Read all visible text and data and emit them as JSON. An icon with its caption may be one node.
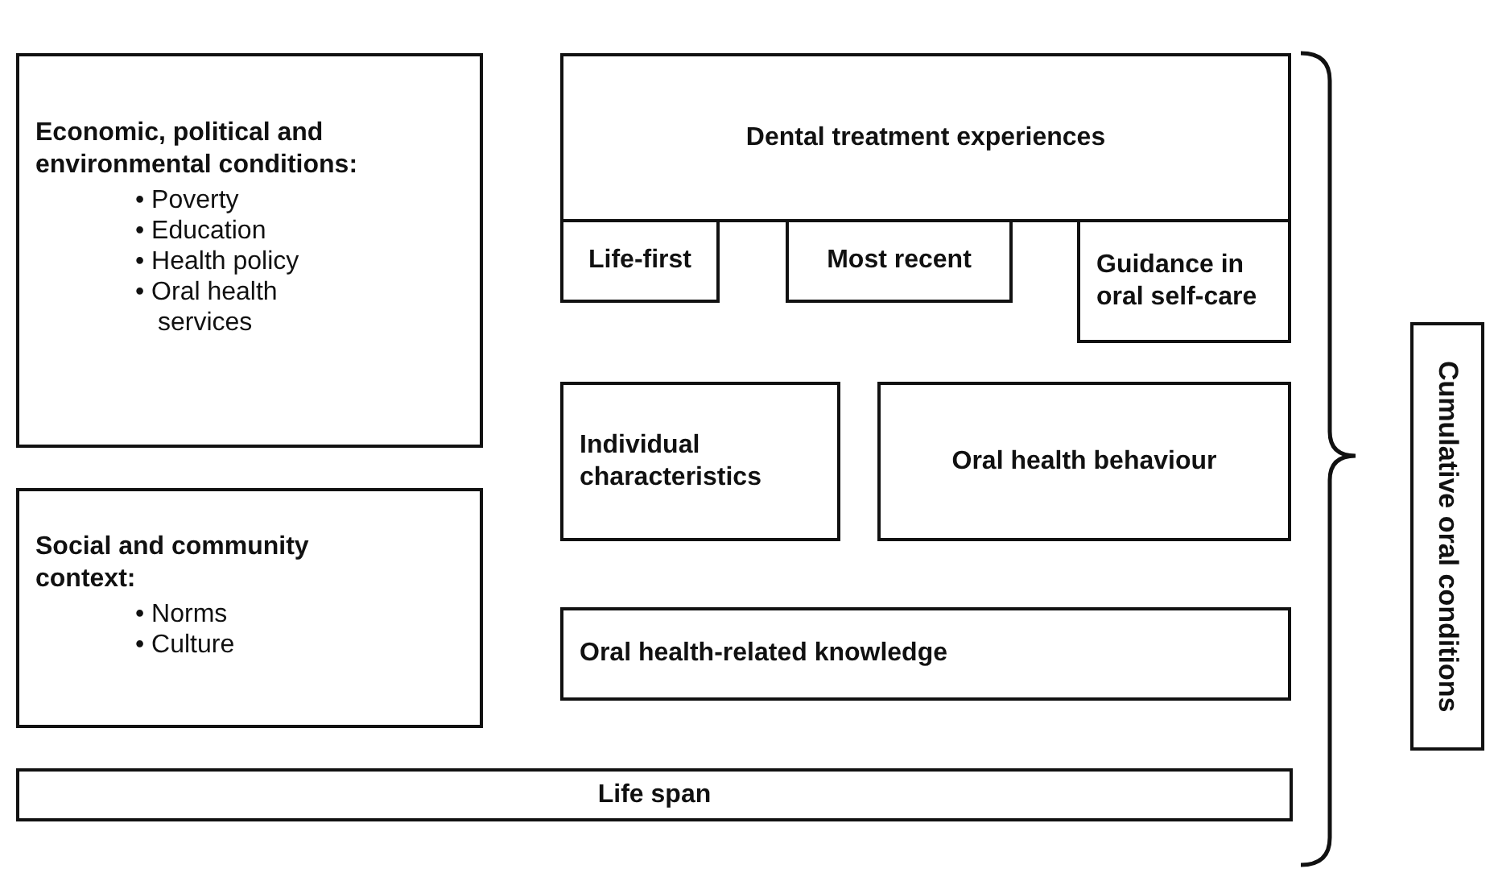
{
  "diagram": {
    "nodes": [
      {
        "text": [
          "Economic, political and environmental conditions:",
          "• Poverty",
          "• Education",
          "• Health policy",
          "• Oral health services"
        ]
      },
      {
        "text": [
          "Social and community context:",
          "• Norms",
          "• Culture"
        ]
      },
      {
        "text": [
          "Dental treatment experiences"
        ]
      },
      {
        "text": [
          "Life-first"
        ]
      },
      {
        "text": [
          "Most recent"
        ]
      },
      {
        "text": [
          "Guidance in oral self-care"
        ]
      },
      {
        "text": [
          "Individual characteristics"
        ]
      },
      {
        "text": [
          "Oral health behaviour"
        ]
      },
      {
        "text": [
          "Oral health-related knowledge"
        ]
      },
      {
        "text": [
          "Life span"
        ]
      },
      {
        "text": [
          "Cumulative oral conditions"
        ]
      }
    ],
    "edges": []
  }
}
